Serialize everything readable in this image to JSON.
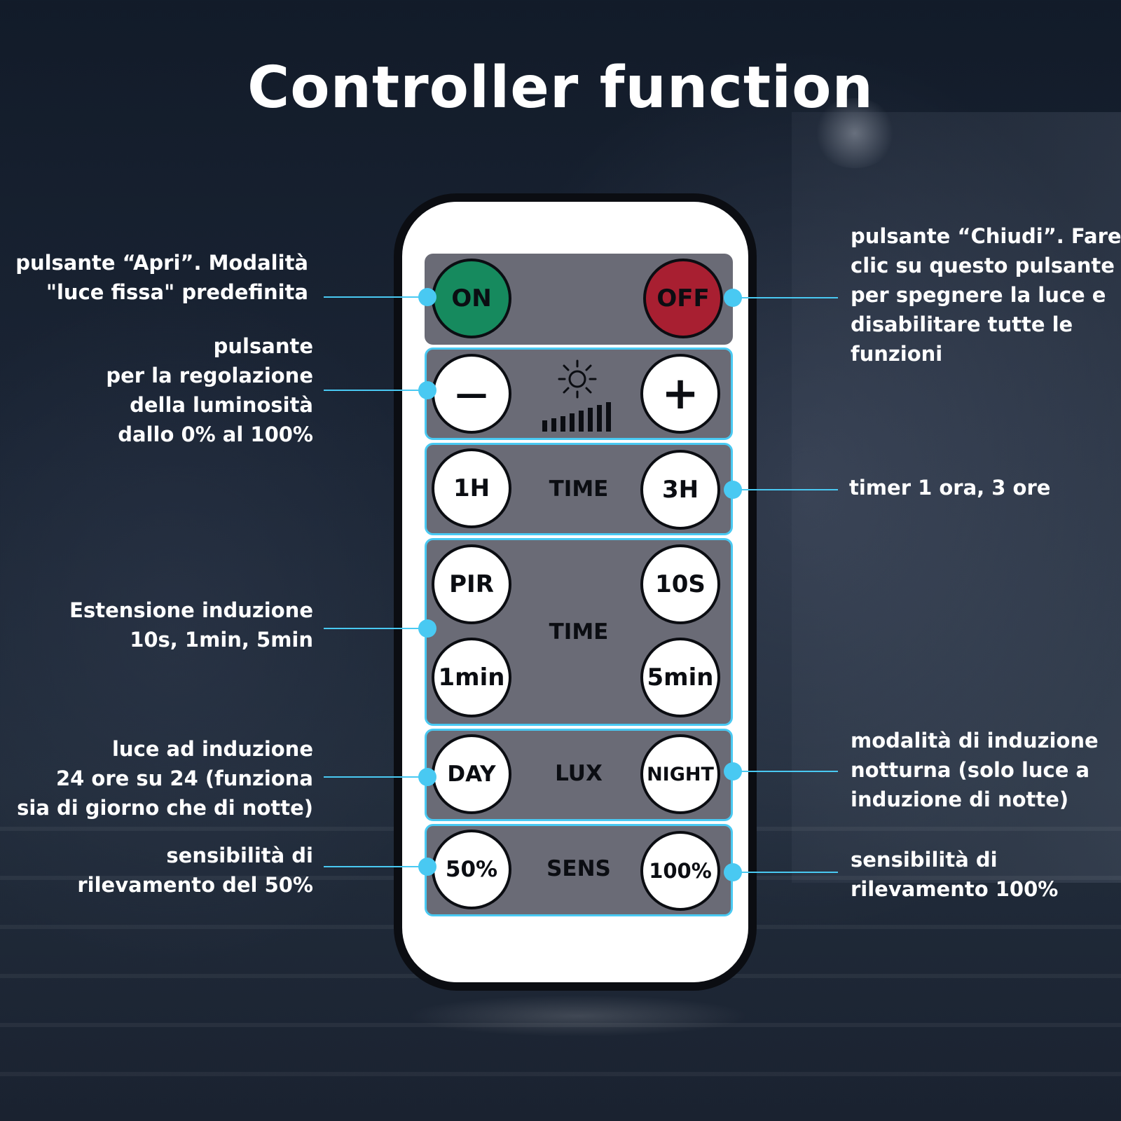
{
  "title": "Controller function",
  "colors": {
    "accent": "#49c9f2",
    "on_button": "#168a5e",
    "off_button": "#a81f31",
    "panel": "#6a6b76"
  },
  "icons": [
    "brightness-sun-icon",
    "brightness-level-icon"
  ],
  "remote": {
    "power": {
      "on": "ON",
      "off": "OFF"
    },
    "brightness": {
      "minus": "—",
      "plus": "+"
    },
    "timer": {
      "left": "1H",
      "label": "TIME",
      "right": "3H"
    },
    "induction": {
      "top_left": "PIR",
      "top_right": "10S",
      "label": "TIME",
      "bottom_left": "1min",
      "bottom_right": "5min"
    },
    "lux": {
      "left": "DAY",
      "label": "LUX",
      "right": "NIGHT"
    },
    "sens": {
      "left": "50%",
      "label": "SENS",
      "right": "100%"
    }
  },
  "annotations": {
    "on": [
      "pulsante “Apri”. Modalità",
      "\"luce fissa\" predefinita"
    ],
    "brightness": [
      "pulsante",
      "per la regolazione",
      "della luminosità",
      "dallo 0% al 100%"
    ],
    "induction": [
      "Estensione induzione",
      "10s, 1min, 5min"
    ],
    "day": [
      "luce ad induzione",
      "24 ore su 24 (funziona",
      "sia di giorno che di notte)"
    ],
    "sens50": [
      "sensibilità di",
      "rilevamento del 50%"
    ],
    "off": [
      "pulsante “Chiudi”. Fare",
      "clic su questo pulsante",
      "per spegnere la luce e",
      "disabilitare tutte le",
      "funzioni"
    ],
    "timer": [
      "timer 1 ora, 3 ore"
    ],
    "night": [
      "modalità di induzione",
      "notturna (solo luce a",
      "induzione di notte)"
    ],
    "sens100": [
      "sensibilità di",
      "rilevamento 100%"
    ]
  }
}
